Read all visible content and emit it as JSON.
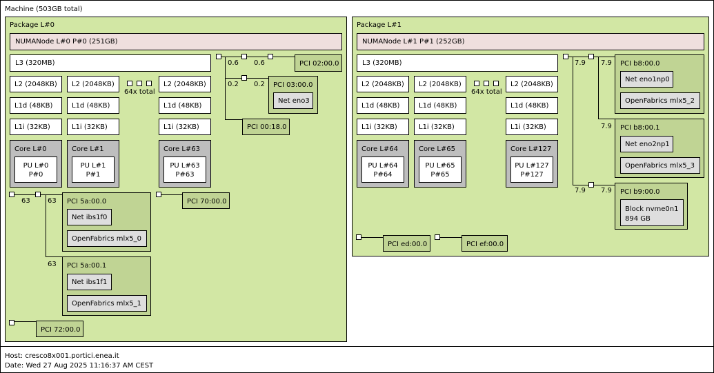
{
  "machine": {
    "label": "Machine (503GB total)"
  },
  "packages": [
    {
      "label": "Package L#0",
      "numa": "NUMANode L#0 P#0 (251GB)",
      "l3": "L3 (320MB)",
      "l2": [
        "L2 (2048KB)",
        "L2 (2048KB)",
        "L2 (2048KB)"
      ],
      "l1d": [
        "L1d (48KB)",
        "L1d (48KB)",
        "L1d (48KB)"
      ],
      "l1i": [
        "L1i (32KB)",
        "L1i (32KB)",
        "L1i (32KB)"
      ],
      "cores": [
        {
          "label": "Core L#0",
          "pu": "PU L#0",
          "p": "P#0"
        },
        {
          "label": "Core L#1",
          "pu": "PU L#1",
          "p": "P#1"
        },
        {
          "label": "Core L#63",
          "pu": "PU L#63",
          "p": "P#63"
        }
      ],
      "total": "64x total",
      "pci": {
        "p02": "PCI 02:00.0",
        "p03": "PCI 03:00.0",
        "p03_net": "Net eno3",
        "p00": "PCI 00:18.0",
        "p5a0": "PCI 5a:00.0",
        "p5a0_net": "Net ibs1f0",
        "p5a0_of": "OpenFabrics mlx5_0",
        "p5a1": "PCI 5a:00.1",
        "p5a1_net": "Net ibs1f1",
        "p5a1_of": "OpenFabrics mlx5_1",
        "p70": "PCI 70:00.0",
        "p72": "PCI 72:00.0"
      },
      "bw": {
        "b06a": "0.6",
        "b06b": "0.6",
        "b02a": "0.2",
        "b02b": "0.2",
        "b63a": "63",
        "b63b": "63",
        "b63c": "63"
      }
    },
    {
      "label": "Package L#1",
      "numa": "NUMANode L#1 P#1 (252GB)",
      "l3": "L3 (320MB)",
      "l2": [
        "L2 (2048KB)",
        "L2 (2048KB)",
        "L2 (2048KB)"
      ],
      "l1d": [
        "L1d (48KB)",
        "L1d (48KB)",
        "L1d (48KB)"
      ],
      "l1i": [
        "L1i (32KB)",
        "L1i (32KB)",
        "L1i (32KB)"
      ],
      "cores": [
        {
          "label": "Core L#64",
          "pu": "PU L#64",
          "p": "P#64"
        },
        {
          "label": "Core L#65",
          "pu": "PU L#65",
          "p": "P#65"
        },
        {
          "label": "Core L#127",
          "pu": "PU L#127",
          "p": "P#127"
        }
      ],
      "total": "64x total",
      "pci": {
        "pb80": "PCI b8:00.0",
        "pb80_net": "Net eno1np0",
        "pb80_of": "OpenFabrics mlx5_2",
        "pb81": "PCI b8:00.1",
        "pb81_net": "Net eno2np1",
        "pb81_of": "OpenFabrics mlx5_3",
        "pb9": "PCI b9:00.0",
        "pb9_block1": "Block nvme0n1",
        "pb9_block2": "894 GB",
        "ped": "PCI ed:00.0",
        "pef": "PCI ef:00.0"
      },
      "bw": {
        "b79a": "7.9",
        "b79b": "7.9",
        "b79c": "7.9",
        "b79d": "7.9",
        "b79e": "7.9"
      }
    }
  ],
  "footer": {
    "host": "Host: cresco8x001.portici.enea.it",
    "date": "Date: Wed 27 Aug 2025 11:16:37 AM CEST"
  }
}
